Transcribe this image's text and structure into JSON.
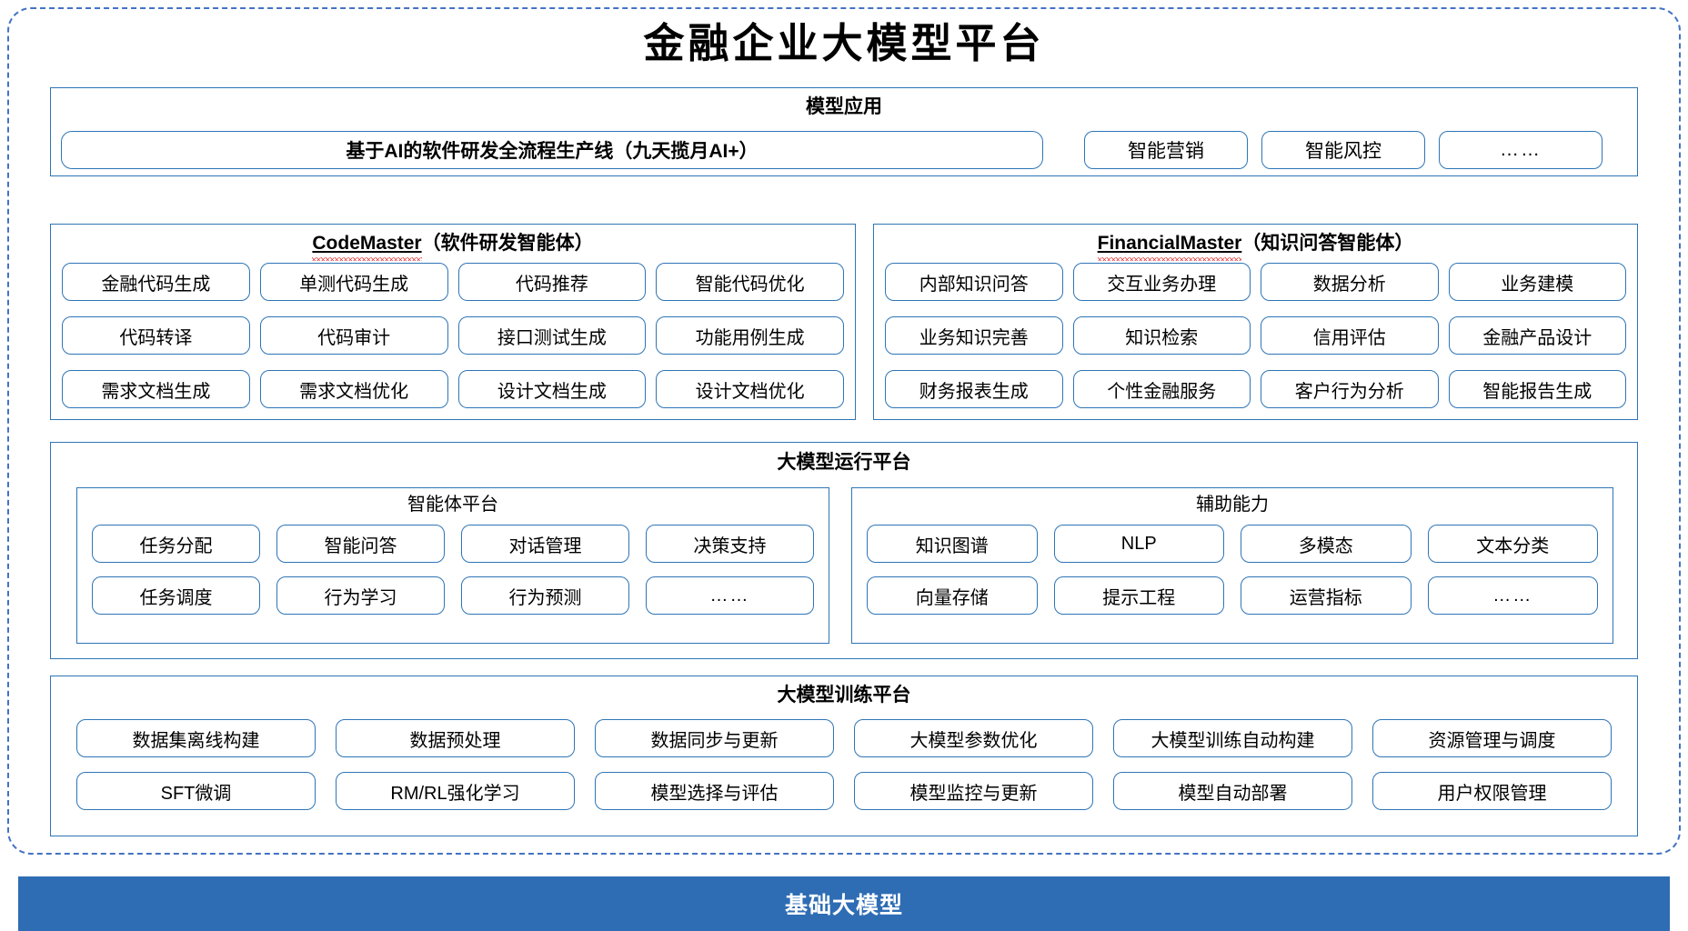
{
  "title": "金融企业大模型平台",
  "colors": {
    "outer_border": "#4472C4",
    "panel_border": "#2E75B6",
    "chip_border": "#2E75B6",
    "base_bar": "#2E6DB4",
    "spellcheck_squiggle": "#e03030"
  },
  "sections": {
    "model_application": {
      "title": "模型应用",
      "banner": "基于AI的软件研发全流程生产线（九天揽月AI+）",
      "items": [
        "智能营销",
        "智能风控",
        "……"
      ]
    },
    "code_master": {
      "title_main": "CodeMaster",
      "title_suffix": "（软件研发智能体）",
      "items": [
        "金融代码生成",
        "单测代码生成",
        "代码推荐",
        "智能代码优化",
        "代码转译",
        "代码审计",
        "接口测试生成",
        "功能用例生成",
        "需求文档生成",
        "需求文档优化",
        "设计文档生成",
        "设计文档优化"
      ]
    },
    "financial_master": {
      "title_main": "FinancialMaster",
      "title_suffix": "（知识问答智能体）",
      "items": [
        "内部知识问答",
        "交互业务办理",
        "数据分析",
        "业务建模",
        "业务知识完善",
        "知识检索",
        "信用评估",
        "金融产品设计",
        "财务报表生成",
        "个性金融服务",
        "客户行为分析",
        "智能报告生成"
      ]
    },
    "runtime_platform": {
      "title": "大模型运行平台",
      "agent_platform": {
        "title": "智能体平台",
        "items": [
          "任务分配",
          "智能问答",
          "对话管理",
          "决策支持",
          "任务调度",
          "行为学习",
          "行为预测",
          "……"
        ]
      },
      "auxiliary_capability": {
        "title": "辅助能力",
        "items": [
          "知识图谱",
          "NLP",
          "多模态",
          "文本分类",
          "向量存储",
          "提示工程",
          "运营指标",
          "……"
        ]
      }
    },
    "training_platform": {
      "title": "大模型训练平台",
      "items": [
        "数据集离线构建",
        "数据预处理",
        "数据同步与更新",
        "大模型参数优化",
        "大模型训练自动构建",
        "资源管理与调度",
        "SFT微调",
        "RM/RL强化学习",
        "模型选择与评估",
        "模型监控与更新",
        "模型自动部署",
        "用户权限管理"
      ]
    },
    "base_model": {
      "label": "基础大模型"
    }
  }
}
